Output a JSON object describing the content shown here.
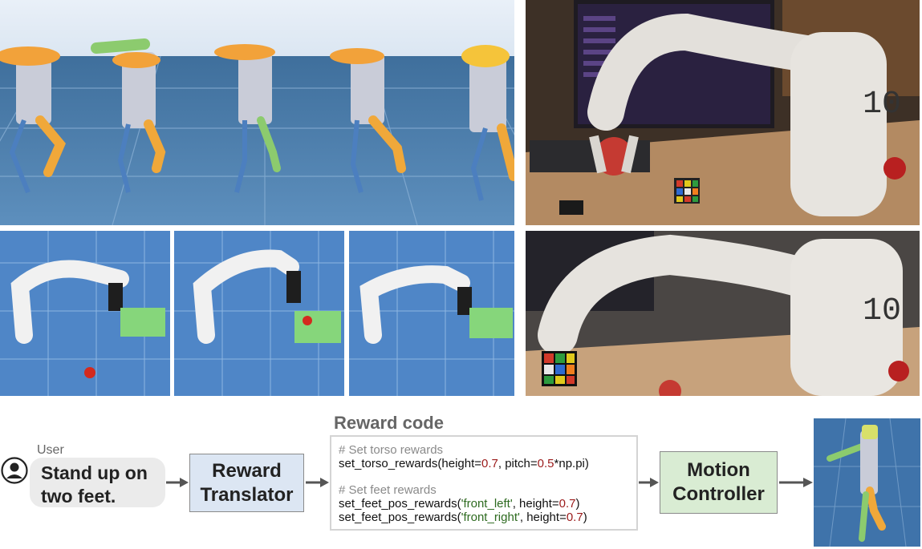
{
  "user": {
    "label": "User",
    "message_line1": "Stand up on",
    "message_line2": "two feet."
  },
  "reward_translator": {
    "line1": "Reward",
    "line2": "Translator"
  },
  "reward_code": {
    "title": "Reward code",
    "comment1": "# Set torso rewards",
    "torso_call_a": "set_torso_rewards(height=",
    "torso_height": "0.7",
    "torso_call_b": ", pitch=",
    "torso_pitch": "0.5",
    "torso_call_c": "*np.pi)",
    "comment2": "# Set feet rewards",
    "feet_call_a": "set_feet_pos_rewards(",
    "feet1_name": "'front_left'",
    "feet_call_b": ", height=",
    "feet1_height": "0.7",
    "feet_call_c": ")",
    "feet2_name": "'front_right'",
    "feet2_height": "0.7"
  },
  "motion_controller": {
    "line1": "Motion",
    "line2": "Controller"
  },
  "robot_arm_label": "10",
  "colors": {
    "translator_fill": "#dce6f3",
    "controller_fill": "#d9ecd3",
    "code_comment": "#8a8a8a",
    "code_number": "#9b1b1b",
    "code_string": "#2d6a1f",
    "arrow": "#555555"
  }
}
